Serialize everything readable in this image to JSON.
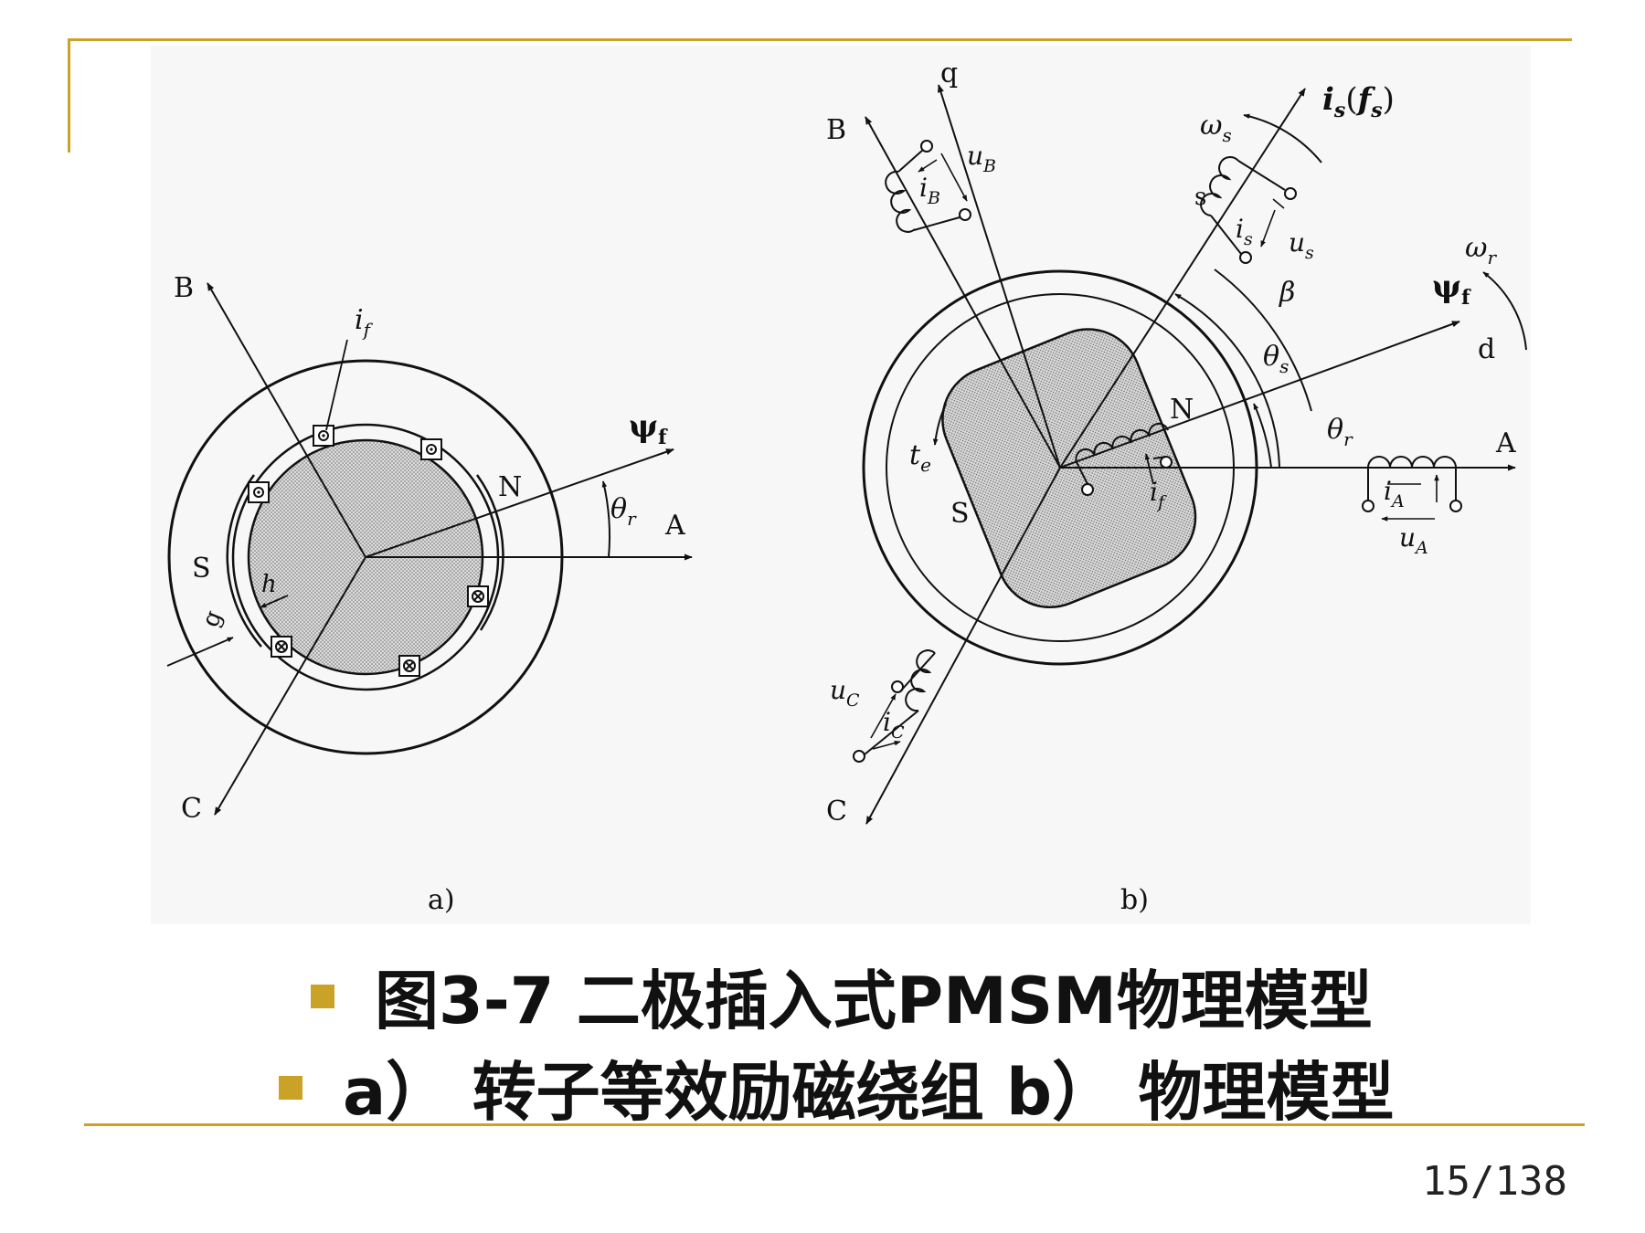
{
  "theme": {
    "accent": "#c9a227",
    "rotor_fill": "#cfcfcf"
  },
  "figure_a": {
    "sublabel": "a)",
    "axis_A": "A",
    "axis_B": "B",
    "axis_C": "C",
    "psi_f": "ψ",
    "psi_f_sub": "f",
    "i_f": "i",
    "i_f_sub": "f",
    "theta_r": "θ",
    "theta_r_sub": "r",
    "pole_N": "N",
    "pole_S": "S",
    "dim_h": "h",
    "dim_g": "g"
  },
  "figure_b": {
    "sublabel": "b)",
    "axis_A": "A",
    "axis_B": "B",
    "axis_C": "C",
    "axis_q": "q",
    "axis_d": "d",
    "is_fs": "i",
    "is_fs_sub": "s",
    "is_fs_paren": "(",
    "is_fs_f": "f",
    "is_fs_f_sub": "s",
    "is_fs_close": ")",
    "omega_s": "ω",
    "omega_s_sub": "s",
    "omega_r": "ω",
    "omega_r_sub": "r",
    "psi_f": "ψ",
    "psi_f_sub": "f",
    "beta": "β",
    "theta_s": "θ",
    "theta_s_sub": "s",
    "theta_r": "θ",
    "theta_r_sub": "r",
    "coil_s": "s",
    "i_s": "i",
    "i_s_sub": "s",
    "u_s": "u",
    "u_s_sub": "s",
    "u_B": "u",
    "u_B_sub": "B",
    "i_B": "i",
    "i_B_sub": "B",
    "i_A": "i",
    "i_A_sub": "A",
    "u_A": "u",
    "u_A_sub": "A",
    "u_C": "u",
    "u_C_sub": "C",
    "i_C": "i",
    "i_C_sub": "C",
    "t_e": "t",
    "t_e_sub": "e",
    "i_f": "i",
    "i_f_sub": "f",
    "pole_N": "N",
    "pole_S": "S"
  },
  "caption": {
    "line1": "图3-7  二极插入式PMSM物理模型",
    "line2": "a）  转子等效励磁绕组 b）  物理模型"
  },
  "page_number": "15/138"
}
